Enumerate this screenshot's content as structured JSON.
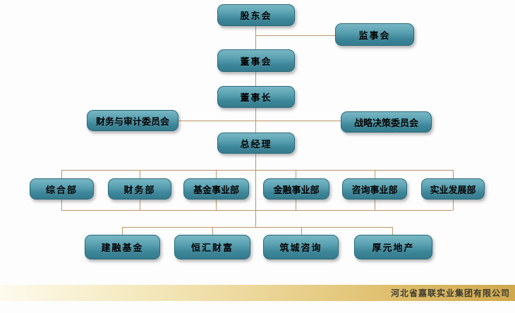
{
  "chart": {
    "title_hint": "company organization chart",
    "nodes": {
      "shareholders": {
        "label": "股东会"
      },
      "supervisory": {
        "label": "监事会"
      },
      "board": {
        "label": "董事会"
      },
      "chairman": {
        "label": "董事长"
      },
      "audit_committee": {
        "label": "财务与审计委员会"
      },
      "strategy_committee": {
        "label": "战略决策委员会"
      },
      "general_manager": {
        "label": "总经理"
      },
      "departments": {
        "general": {
          "label": "综合部"
        },
        "finance": {
          "label": "财务部"
        },
        "fund": {
          "label": "基金事业部"
        },
        "financial": {
          "label": "金融事业部"
        },
        "consulting": {
          "label": "咨询事业部"
        },
        "industrial": {
          "label": "实业发展部"
        }
      },
      "subsidiaries": {
        "jianrong": {
          "label": "建融基金"
        },
        "henghui": {
          "label": "恒汇财富"
        },
        "zhucheng": {
          "label": "筑城咨询"
        },
        "houyuan": {
          "label": "厚元地产"
        }
      }
    },
    "colors": {
      "box_gradient_top": "#79b7c4",
      "box_gradient_bottom": "#347b8d",
      "box_border": "#2a6a7c",
      "box_text": "#000000",
      "connector_line": "#bd9566",
      "footer_gradient_left": "#fdfaee",
      "footer_gradient_right": "#d0a84e",
      "footer_text": "#3c3a30"
    }
  },
  "footer": {
    "company": "河北省嘉联实业集团有限公司"
  }
}
